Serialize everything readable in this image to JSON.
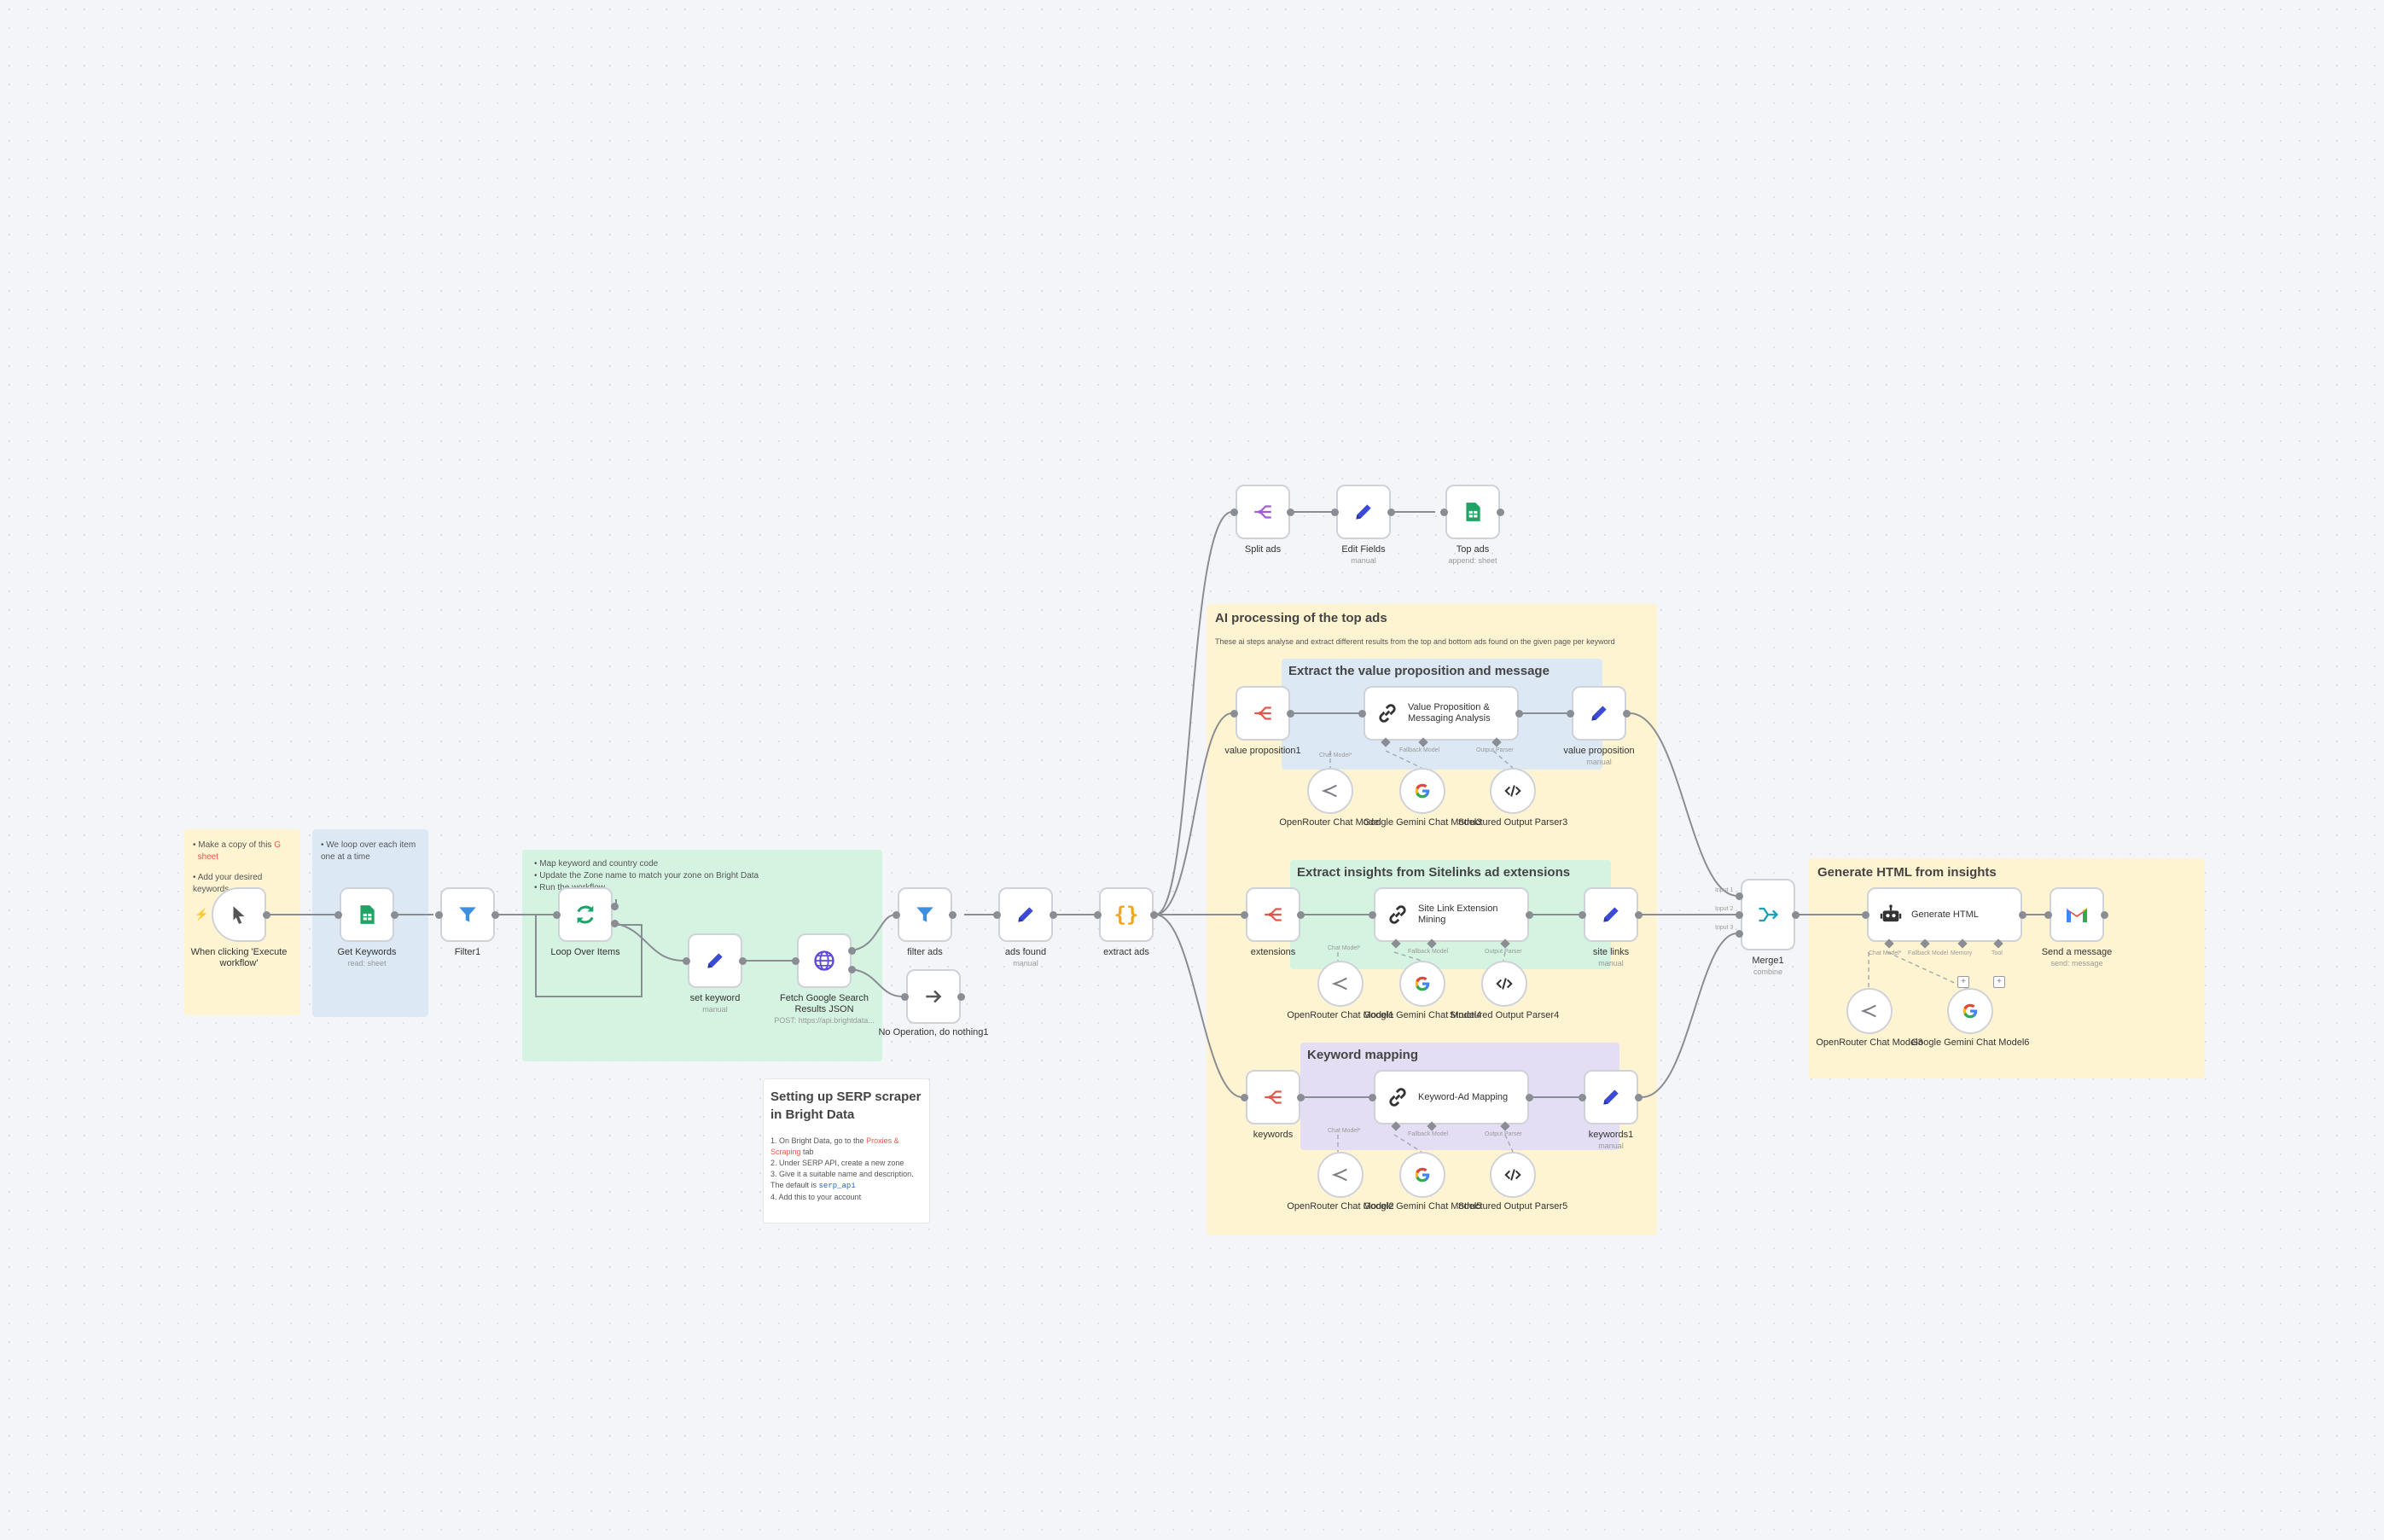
{
  "colors": {
    "accent": "#ff6d5a",
    "node_border": "#cfd2d9",
    "connection": "#8a8d93"
  },
  "notes": {
    "copy_sheet": {
      "line1_pre": "Make a copy of this ",
      "line1_link": "G",
      "line1_link2": "sheet",
      "line2": "Add your desired keywords"
    },
    "loop": {
      "line1": "We loop over each item one at a time"
    },
    "map": {
      "items": [
        "Map keyword and country code",
        "Update the Zone name to match your zone on Bright Data",
        "Run the workflow"
      ]
    },
    "serp": {
      "title": "Setting up SERP scraper in Bright Data",
      "step1_pre": "1. On Bright Data, go to the ",
      "step1_link": "Proxies & Scraping",
      "step1_post": " tab",
      "step2": "2. Under SERP API, create a new zone",
      "step3_pre": "3. Give it a suitable name and description. The default is ",
      "step3_code": "serp_api",
      "step4": "4. Add this to your account"
    },
    "ai": {
      "title": "AI processing of the top ads",
      "desc": "These ai steps analyse and extract different results from the top and bottom ads found on the given page per keyword"
    },
    "value": {
      "title": "Extract the value proposition and message"
    },
    "sitelinks": {
      "title": "Extract insights from Sitelinks ad extensions"
    },
    "keyword": {
      "title": "Keyword mapping"
    },
    "html": {
      "title": "Generate HTML from insights"
    }
  },
  "nodes": {
    "trigger": {
      "label": "When clicking 'Execute workflow'",
      "icon": "cursor-icon"
    },
    "get_keywords": {
      "label": "Get Keywords",
      "sub": "read: sheet",
      "icon": "sheets-icon"
    },
    "filter1": {
      "label": "Filter1",
      "icon": "filter-icon"
    },
    "loop": {
      "label": "Loop Over Items",
      "icon": "loop-icon"
    },
    "set_keyword": {
      "label": "set keyword",
      "sub": "manual",
      "icon": "pencil-icon"
    },
    "fetch": {
      "label": "Fetch Google Search Results JSON",
      "sub": "POST: https://api.brightdata...",
      "icon": "globe-icon"
    },
    "noop": {
      "label": "No Operation, do nothing1",
      "icon": "arrow-right-icon"
    },
    "filter_ads": {
      "label": "filter ads",
      "icon": "filter-icon"
    },
    "ads_found": {
      "label": "ads found",
      "sub": "manual",
      "icon": "pencil-icon"
    },
    "extract_ads": {
      "label": "extract ads",
      "icon": "braces-icon"
    },
    "split_ads": {
      "label": "Split ads",
      "icon": "split-icon"
    },
    "edit_fields": {
      "label": "Edit Fields",
      "sub": "manual",
      "icon": "pencil-icon"
    },
    "top_ads": {
      "label": "Top ads",
      "sub": "append: sheet",
      "icon": "sheets-icon"
    },
    "value_prop1": {
      "label": "value proposition1",
      "icon": "split-icon"
    },
    "vp_analysis": {
      "label": "Value Proposition & Messaging Analysis",
      "icon": "link-icon"
    },
    "value_prop": {
      "label": "value proposition",
      "sub": "manual",
      "icon": "pencil-icon"
    },
    "or_model": {
      "label": "OpenRouter Chat Model",
      "icon": "openrouter-icon"
    },
    "gemini3": {
      "label": "Google Gemini Chat Model3",
      "icon": "google-icon"
    },
    "parser3": {
      "label": "Structured Output Parser3",
      "icon": "code-icon"
    },
    "extensions": {
      "label": "extensions",
      "icon": "split-icon"
    },
    "sitelink_mining": {
      "label": "Site Link Extension Mining",
      "icon": "link-icon"
    },
    "site_links": {
      "label": "site links",
      "sub": "manual",
      "icon": "pencil-icon"
    },
    "or_model1": {
      "label": "OpenRouter Chat Model1",
      "icon": "openrouter-icon"
    },
    "gemini4": {
      "label": "Google Gemini Chat Model4",
      "icon": "google-icon"
    },
    "parser4": {
      "label": "Structured Output Parser4",
      "icon": "code-icon"
    },
    "keywords": {
      "label": "keywords",
      "icon": "split-icon"
    },
    "kw_mapping": {
      "label": "Keyword-Ad Mapping",
      "icon": "link-icon"
    },
    "keywords1": {
      "label": "keywords1",
      "sub": "manual",
      "icon": "pencil-icon"
    },
    "or_model2": {
      "label": "OpenRouter Chat Model2",
      "icon": "openrouter-icon"
    },
    "gemini5": {
      "label": "Google Gemini Chat Model5",
      "icon": "google-icon"
    },
    "parser5": {
      "label": "Structured Output Parser5",
      "icon": "code-icon"
    },
    "merge1": {
      "label": "Merge1",
      "sub": "combine",
      "icon": "merge-icon"
    },
    "gen_html": {
      "label": "Generate HTML",
      "icon": "robot-icon"
    },
    "send_message": {
      "label": "Send a message",
      "sub": "send: message",
      "icon": "gmail-icon"
    },
    "or_model3": {
      "label": "OpenRouter Chat Model3",
      "icon": "openrouter-icon"
    },
    "gemini6": {
      "label": "Google Gemini Chat Model6",
      "icon": "google-icon"
    }
  },
  "ports": {
    "model": "Chat Model*",
    "fallback": "Fallback Model",
    "parser": "Output Parser",
    "memory": "Memory",
    "tool": "Tool",
    "input1": "Input 1",
    "input2": "Input 2",
    "input3": "Input 3"
  }
}
